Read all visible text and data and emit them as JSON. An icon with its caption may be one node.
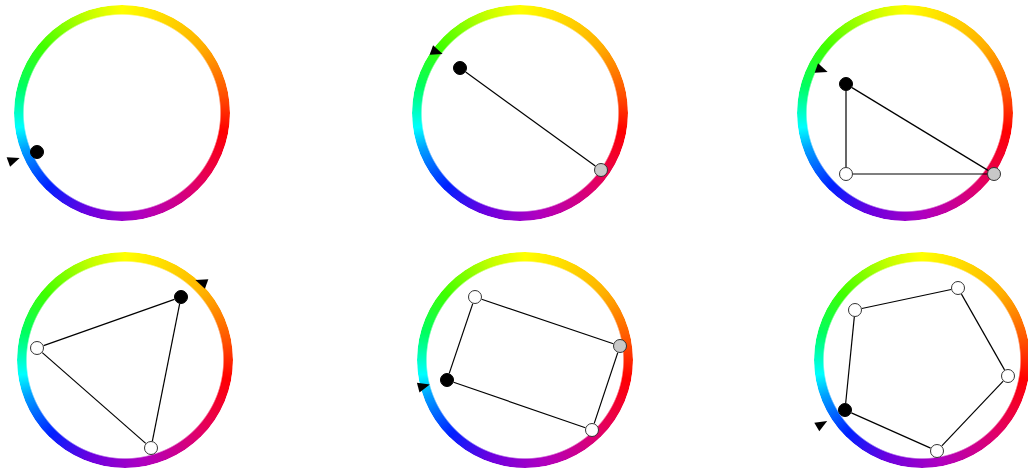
{
  "diagram": {
    "nodes": [
      {
        "text": [],
        "shape": "circle"
      },
      {
        "text": [],
        "shape": "circle"
      },
      {
        "text": [],
        "shape": "circle"
      },
      {
        "text": [],
        "shape": "circle"
      },
      {
        "text": [],
        "shape": "circle"
      },
      {
        "text": [],
        "shape": "circle"
      },
      {
        "text": [],
        "shape": "circle"
      },
      {
        "text": [],
        "shape": "circle"
      },
      {
        "text": [],
        "shape": "circle"
      },
      {
        "text": [],
        "shape": "circle"
      },
      {
        "text": [],
        "shape": "circle"
      },
      {
        "text": [],
        "shape": "circle"
      },
      {
        "text": [],
        "shape": "circle"
      },
      {
        "text": [],
        "shape": "circle"
      },
      {
        "text": [],
        "shape": "circle"
      },
      {
        "text": [],
        "shape": "circle"
      },
      {
        "text": [],
        "shape": "circle"
      },
      {
        "text": [],
        "shape": "circle"
      }
    ],
    "edges": [
      {
        "from": 1,
        "to": 2,
        "arrow": "none"
      },
      {
        "from": 3,
        "to": 4,
        "arrow": "none"
      },
      {
        "from": 4,
        "to": 5,
        "arrow": "none"
      },
      {
        "from": 3,
        "to": 5,
        "arrow": "none"
      },
      {
        "from": 6,
        "to": 7,
        "arrow": "none"
      },
      {
        "from": 7,
        "to": 8,
        "arrow": "none"
      },
      {
        "from": 8,
        "to": 6,
        "arrow": "none"
      },
      {
        "from": 9,
        "to": 10,
        "arrow": "none"
      },
      {
        "from": 10,
        "to": 12,
        "arrow": "none"
      },
      {
        "from": 12,
        "to": 11,
        "arrow": "none"
      },
      {
        "from": 11,
        "to": 9,
        "arrow": "none"
      },
      {
        "from": 14,
        "to": 13,
        "arrow": "none"
      },
      {
        "from": 13,
        "to": 15,
        "arrow": "none"
      },
      {
        "from": 15,
        "to": 17,
        "arrow": "none"
      },
      {
        "from": 17,
        "to": 16,
        "arrow": "none"
      },
      {
        "from": 16,
        "to": 14,
        "arrow": "none"
      }
    ]
  }
}
